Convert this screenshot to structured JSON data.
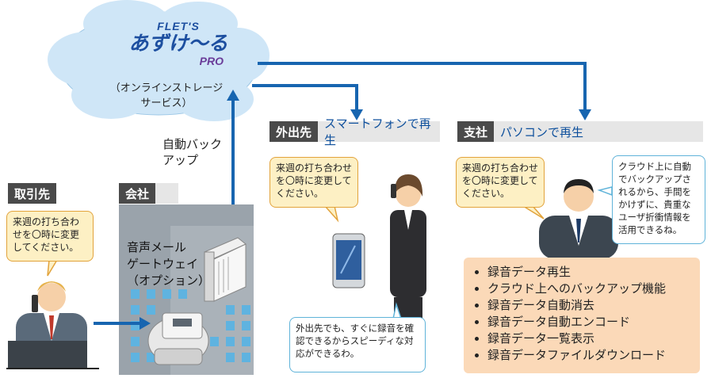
{
  "cloud": {
    "logo_flets": "FLET'S",
    "logo_main": "あずけ〜る",
    "logo_pro": "PRO",
    "service_line1": "（オンラインストレージ",
    "service_line2": "サービス）"
  },
  "backup_label_line1": "自動バック",
  "backup_label_line2": "アップ",
  "sections": {
    "client": "取引先",
    "company": "会社",
    "outside_tag": "外出先",
    "outside_sub": "スマートフォンで再生",
    "branch_tag": "支社",
    "branch_sub": "パソコンで再生"
  },
  "gateway_line1": "音声メール",
  "gateway_line2": "ゲートウェイ",
  "gateway_line3": "（オプション）",
  "bubbles": {
    "client_message": "来週の打ち合わせを〇時に変更してください。",
    "outside_message": "来週の打ち合わせを〇時に変更してください。",
    "branch_message": "来週の打ち合わせを〇時に変更してください。",
    "outside_comment": "外出先でも、すぐに録音を確認できるからスピーディな対応ができるわ。",
    "branch_comment": "クラウド上に自動でバックアップされるから、手間をかけずに、貴重なユーザ折衝情報を活用できるね。"
  },
  "features": [
    "録音データ再生",
    "クラウド上へのバックアップ機能",
    "録音データ自動消去",
    "録音データ自動エンコード",
    "録音データ一覧表示",
    "録音データファイルダウンロード"
  ],
  "colors": {
    "arrow": "#1765b0",
    "cloud": "#cfe6f7",
    "bubble_fill": "#fdf0c4",
    "bubble_border": "#e2a33b",
    "features_bg": "#fbd9b8"
  }
}
